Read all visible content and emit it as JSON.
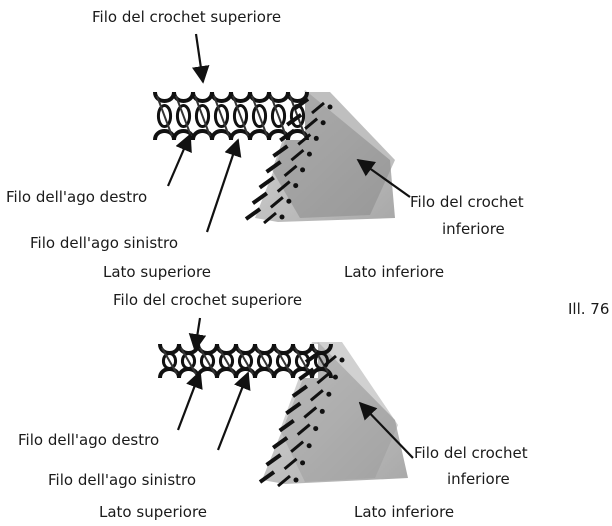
{
  "figure_ref": "Ill. 76",
  "diagrams": [
    {
      "labels": {
        "upper_looper": "Filo del crochet superiore",
        "right_needle": "Filo dell'ago destro",
        "left_needle": "Filo dell'ago sinistro",
        "lower_looper_1": "Filo del crochet",
        "lower_looper_2": "inferiore",
        "upper_side": "Lato superiore",
        "lower_side": "Lato inferiore"
      }
    },
    {
      "labels": {
        "upper_looper": "Filo del crochet superiore",
        "right_needle": "Filo dell'ago destro",
        "left_needle": "Filo dell'ago sinistro",
        "lower_looper_1": "Filo del crochet",
        "lower_looper_2": "inferiore",
        "upper_side": "Lato superiore",
        "lower_side": "Lato inferiore"
      }
    }
  ]
}
